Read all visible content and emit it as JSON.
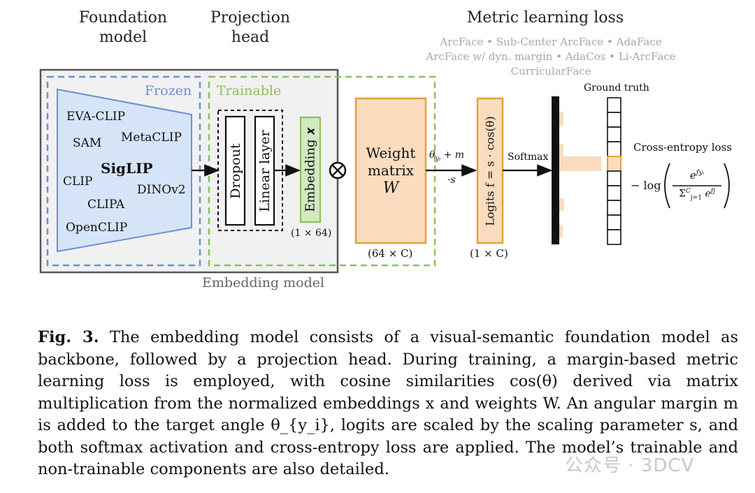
{
  "headers": {
    "foundation_line1": "Foundation",
    "foundation_line2": "model",
    "projection_line1": "Projection",
    "projection_line2": "head",
    "metric": "Metric learning loss"
  },
  "loss_variants": {
    "line1": "ArcFace • Sub-Center ArcFace • AdaFace",
    "line2": "ArcFace w/ dyn. margin • AdaCos • Li-ArcFace",
    "line3": "CurricularFace"
  },
  "groups": {
    "frozen": "Frozen",
    "trainable": "Trainable",
    "embedding_model": "Embedding model"
  },
  "backbones": [
    "EVA-CLIP",
    "SAM",
    "MetaCLIP",
    "SigLIP",
    "CLIP",
    "DINOv2",
    "CLIPA",
    "OpenCLIP"
  ],
  "blocks": {
    "dropout": "Dropout",
    "linear": "Linear layer",
    "embedding": "Embedding 𝒙",
    "embedding_dim": "(1 × 64)",
    "weight_line1": "Weight",
    "weight_line2": "matrix",
    "weight_line3": "W",
    "weight_dim": "(64 × C)",
    "logits": "Logits f = s · cos(θ)",
    "logits_dim": "(1 × C)"
  },
  "edges": {
    "margin": "θ",
    "margin_sub": "yᵢ",
    "margin_tail": "+ m",
    "scale": "·s",
    "softmax": "Softmax"
  },
  "targets": {
    "ground_truth": "Ground truth",
    "ce_title": "Cross-entropy loss",
    "ce_neg_log": "− log",
    "ce_num": "e",
    "ce_num_sup": "fyᵢ",
    "ce_den": "Σ",
    "ce_den_sup": "C",
    "ce_den_sub": "j=1",
    "ce_den_e": "e",
    "ce_den_e_sup": "fj"
  },
  "caption": {
    "label": "Fig. 3.",
    "text": " The embedding model consists of a visual-semantic foundation model as backbone, followed by a projection head. During training, a margin-based metric learning loss is employed, with cosine similarities cos(θ) derived via matrix multiplication from the normalized embeddings x and weights W. An angular margin m is added to the target angle θ_{y_i}, logits are scaled by the scaling parameter s, and both softmax activation and cross-entropy loss are applied. The model’s trainable and non-trainable components are also detailed."
  },
  "watermark": "公众号 · 3DCV",
  "colors": {
    "frozen_border": "#6b8ed6",
    "backbone_fill": "#d6e4f8",
    "trainable_border": "#8fbf5a",
    "embedding_fill": "#d2e9c2",
    "weight_fill": "#fbdcbe",
    "weight_border": "#e3a23a",
    "softmax_highlight": "#fbdcbe",
    "embedding_model_fill": "#f1f1f1",
    "embedding_model_border": "#555555"
  }
}
